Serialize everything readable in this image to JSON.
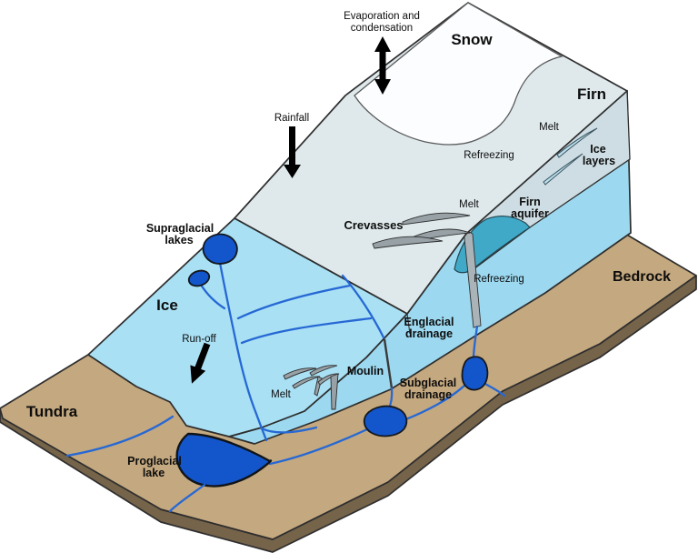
{
  "title": "Glacier hydrology schematic diagram",
  "diagram_type": "isometric cross-section of a glacier on bedrock/tundra",
  "palette": {
    "background": "#ffffff",
    "snow": "#fbfdfe",
    "firn_surface": "#dfe9ec",
    "firn_side_band": "#cddde3",
    "ice_surface": "#a9e0f4",
    "ice_cross_section": "#9cd8ef",
    "firn_aquifer": "#41a9c8",
    "water_dark": "#1355cb",
    "stream_blue": "#2668d4",
    "bedrock_top": "#c4a87f",
    "bedrock_side": "#75634a",
    "crevasse_gray": "#97a1a6",
    "outline": "#2e2e2e",
    "arrow_black": "#000000"
  },
  "labels": {
    "evaporation_line1": "Evaporation and",
    "evaporation_line2": "condensation",
    "snow": "Snow",
    "firn": "Firn",
    "rainfall": "Rainfall",
    "melt_firn": "Melt",
    "refreezing_firn": "Refreezing",
    "ice_layers_line1": "Ice",
    "ice_layers_line2": "layers",
    "melt_mid": "Melt",
    "firn_aquifer_line1": "Firn",
    "firn_aquifer_line2": "aquifer",
    "crevasses": "Crevasses",
    "supraglacial_line1": "Supraglacial",
    "supraglacial_line2": "lakes",
    "bedrock": "Bedrock",
    "ice": "Ice",
    "refreezing_face": "Refreezing",
    "englacial_line1": "Englacial",
    "englacial_line2": "drainage",
    "runoff": "Run-off",
    "moulin": "Moulin",
    "subglacial_line1": "Subglacial",
    "subglacial_line2": "drainage",
    "melt_lower": "Melt",
    "tundra": "Tundra",
    "proglacial_line1": "Proglacial",
    "proglacial_line2": "lake"
  },
  "icons": [
    "evaporation-double-arrow-icon",
    "rainfall-arrow-icon",
    "runoff-arrow-icon",
    "crevasse-icon",
    "ice-layer-lens-icon",
    "moulin-claw-icon"
  ]
}
